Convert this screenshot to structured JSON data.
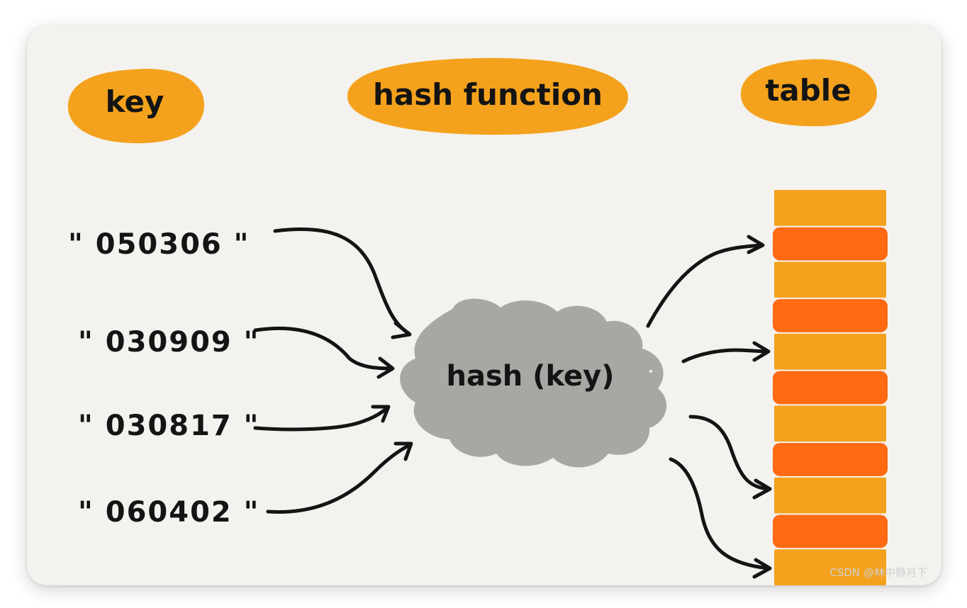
{
  "headers": {
    "key": "key",
    "hash_function": "hash function",
    "table": "table"
  },
  "keys": [
    "\" 050306 \"",
    "\" 030909 \"",
    "\" 030817 \"",
    "\" 060402 \""
  ],
  "cloud_label": "hash (key)",
  "table_slots": [
    "#f4a21d",
    "#ff6a12",
    "#f4a21d",
    "#ff6a12",
    "#f4a21d",
    "#ff6a12",
    "#f4a21d",
    "#ff6a12",
    "#f4a21d",
    "#ff6a12",
    "#f4a21d"
  ],
  "colors": {
    "pill": "#f4a21d",
    "slot_light": "#f4a21d",
    "slot_dark": "#ff6a12",
    "cloud": "#a8a7a3",
    "ink": "#141414",
    "background": "#f3f2ee"
  },
  "watermark": "CSDN @林中静月下"
}
